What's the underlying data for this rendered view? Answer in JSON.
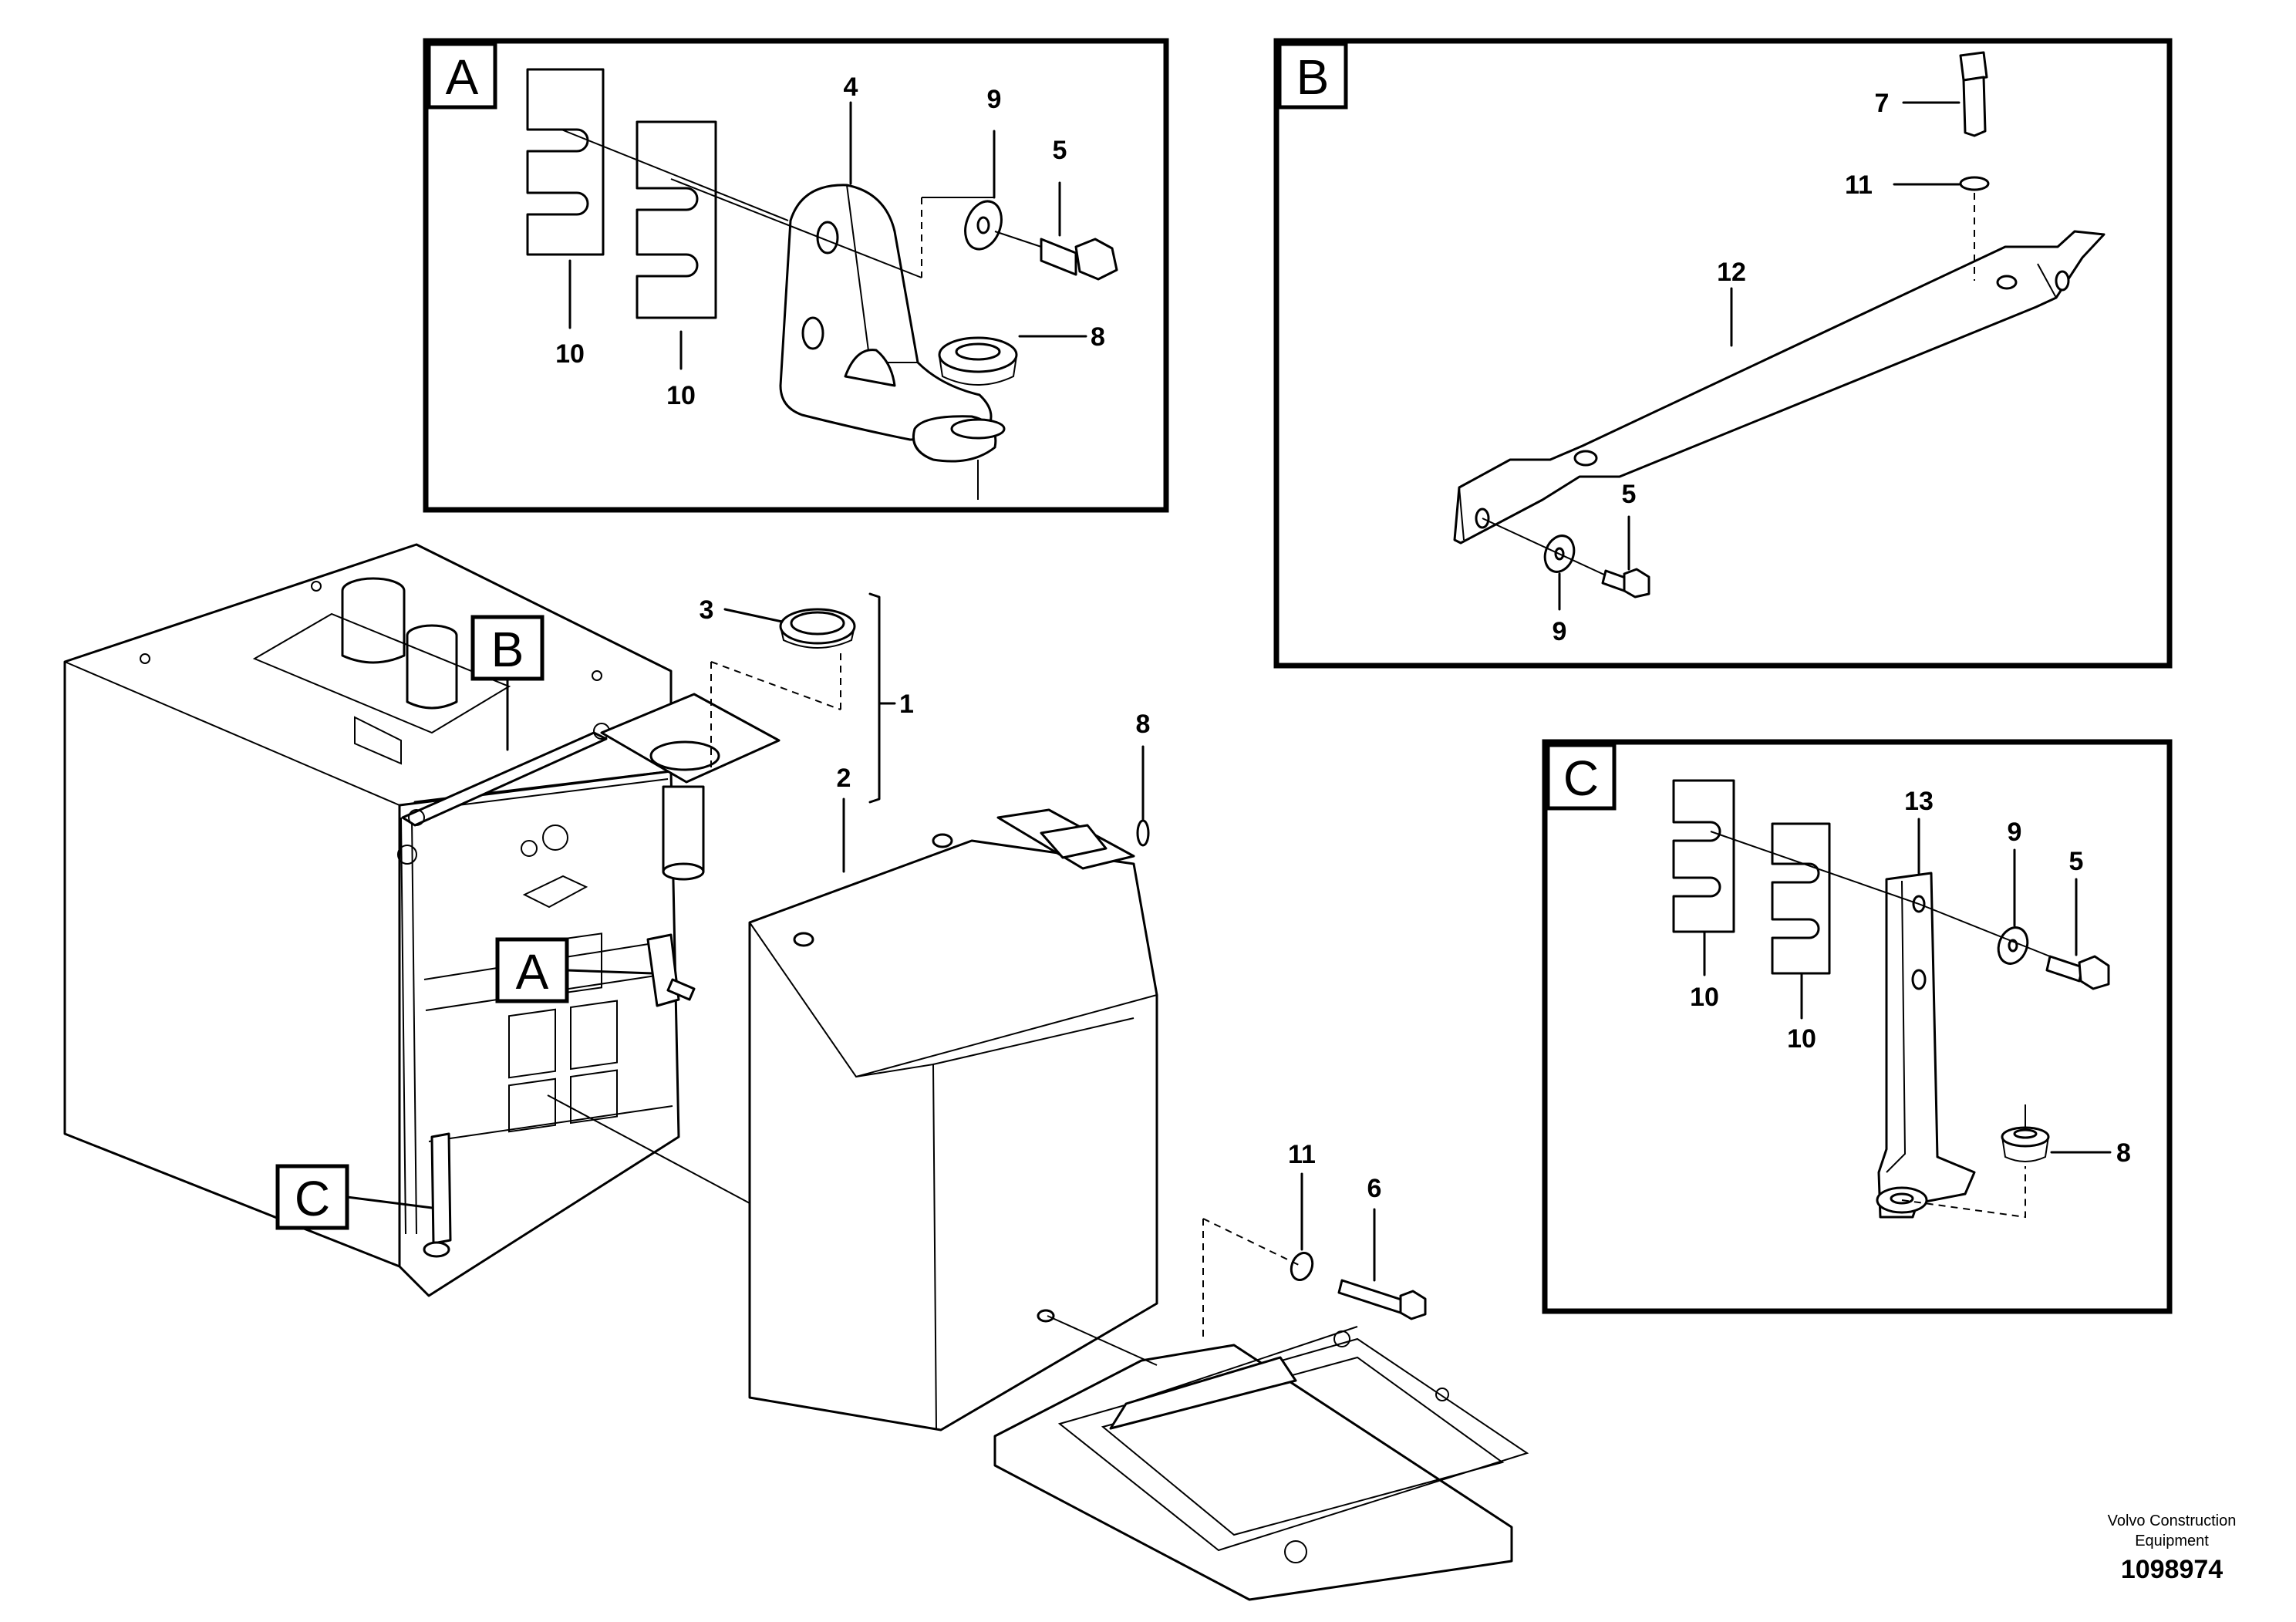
{
  "detail_views": [
    {
      "tag": "A",
      "callouts": [
        "10",
        "10",
        "4",
        "9",
        "5",
        "8"
      ]
    },
    {
      "tag": "B",
      "callouts": [
        "7",
        "11",
        "12",
        "5",
        "9"
      ]
    },
    {
      "tag": "C",
      "callouts": [
        "13",
        "9",
        "5",
        "10",
        "10",
        "8"
      ]
    }
  ],
  "main_view": {
    "reference_tags": [
      "B",
      "A",
      "C"
    ],
    "callouts": [
      "3",
      "1",
      "2",
      "8",
      "11",
      "6"
    ]
  },
  "credit": {
    "company": "Volvo Construction",
    "line2": "Equipment",
    "document_number": "1098974"
  }
}
